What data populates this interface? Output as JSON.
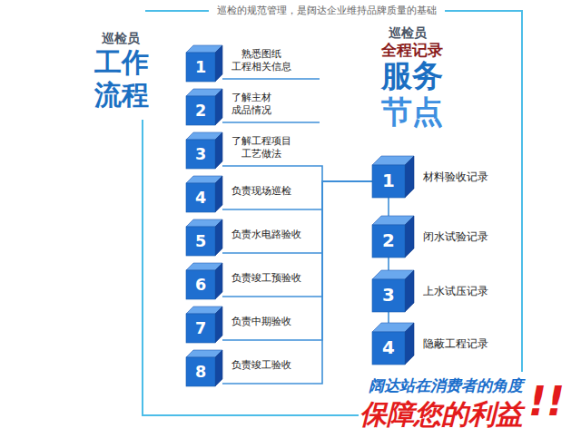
{
  "diagram": {
    "title": "巡检的规范管理，是阔达企业维持品牌质量的基础",
    "nodes": [
      {
        "text": [
          "1",
          "熟悉图纸 工程相关信息"
        ]
      },
      {
        "text": [
          "2",
          "了解主材 成品情况"
        ]
      },
      {
        "text": [
          "3",
          "了解工程项目 工艺做法"
        ]
      },
      {
        "text": [
          "4",
          "负责现场巡检"
        ]
      },
      {
        "text": [
          "5",
          "负责水电路验收"
        ]
      },
      {
        "text": [
          "6",
          "负责竣工预验收"
        ]
      },
      {
        "text": [
          "7",
          "负责中期验收"
        ]
      },
      {
        "text": [
          "8",
          "负责竣工验收"
        ]
      },
      {
        "text": [
          "1",
          "材料验收记录"
        ]
      },
      {
        "text": [
          "2",
          "闭水试验记录"
        ]
      },
      {
        "text": [
          "3",
          "上水试压记录"
        ]
      },
      {
        "text": [
          "4",
          "隐蔽工程记录"
        ]
      }
    ],
    "edges": [
      {
        "from": 2,
        "to": 8,
        "arrow": "none"
      },
      {
        "from": 3,
        "to": 8,
        "arrow": "none"
      },
      {
        "from": 4,
        "to": 8,
        "arrow": "none"
      },
      {
        "from": 5,
        "to": 8,
        "arrow": "none"
      },
      {
        "from": 6,
        "to": 8,
        "arrow": "none"
      },
      {
        "from": 7,
        "to": 8,
        "arrow": "none"
      },
      {
        "from": 8,
        "to": 9,
        "arrow": "none"
      },
      {
        "from": 9,
        "to": 10,
        "arrow": "none"
      },
      {
        "from": 10,
        "to": 11,
        "arrow": "none"
      }
    ],
    "labels": [
      "巡检员",
      "工作",
      "流程",
      "巡检员",
      "全程记录",
      "服务",
      "节点",
      "阔达站在消费者的角度",
      "保障您的利益",
      "!!"
    ]
  }
}
